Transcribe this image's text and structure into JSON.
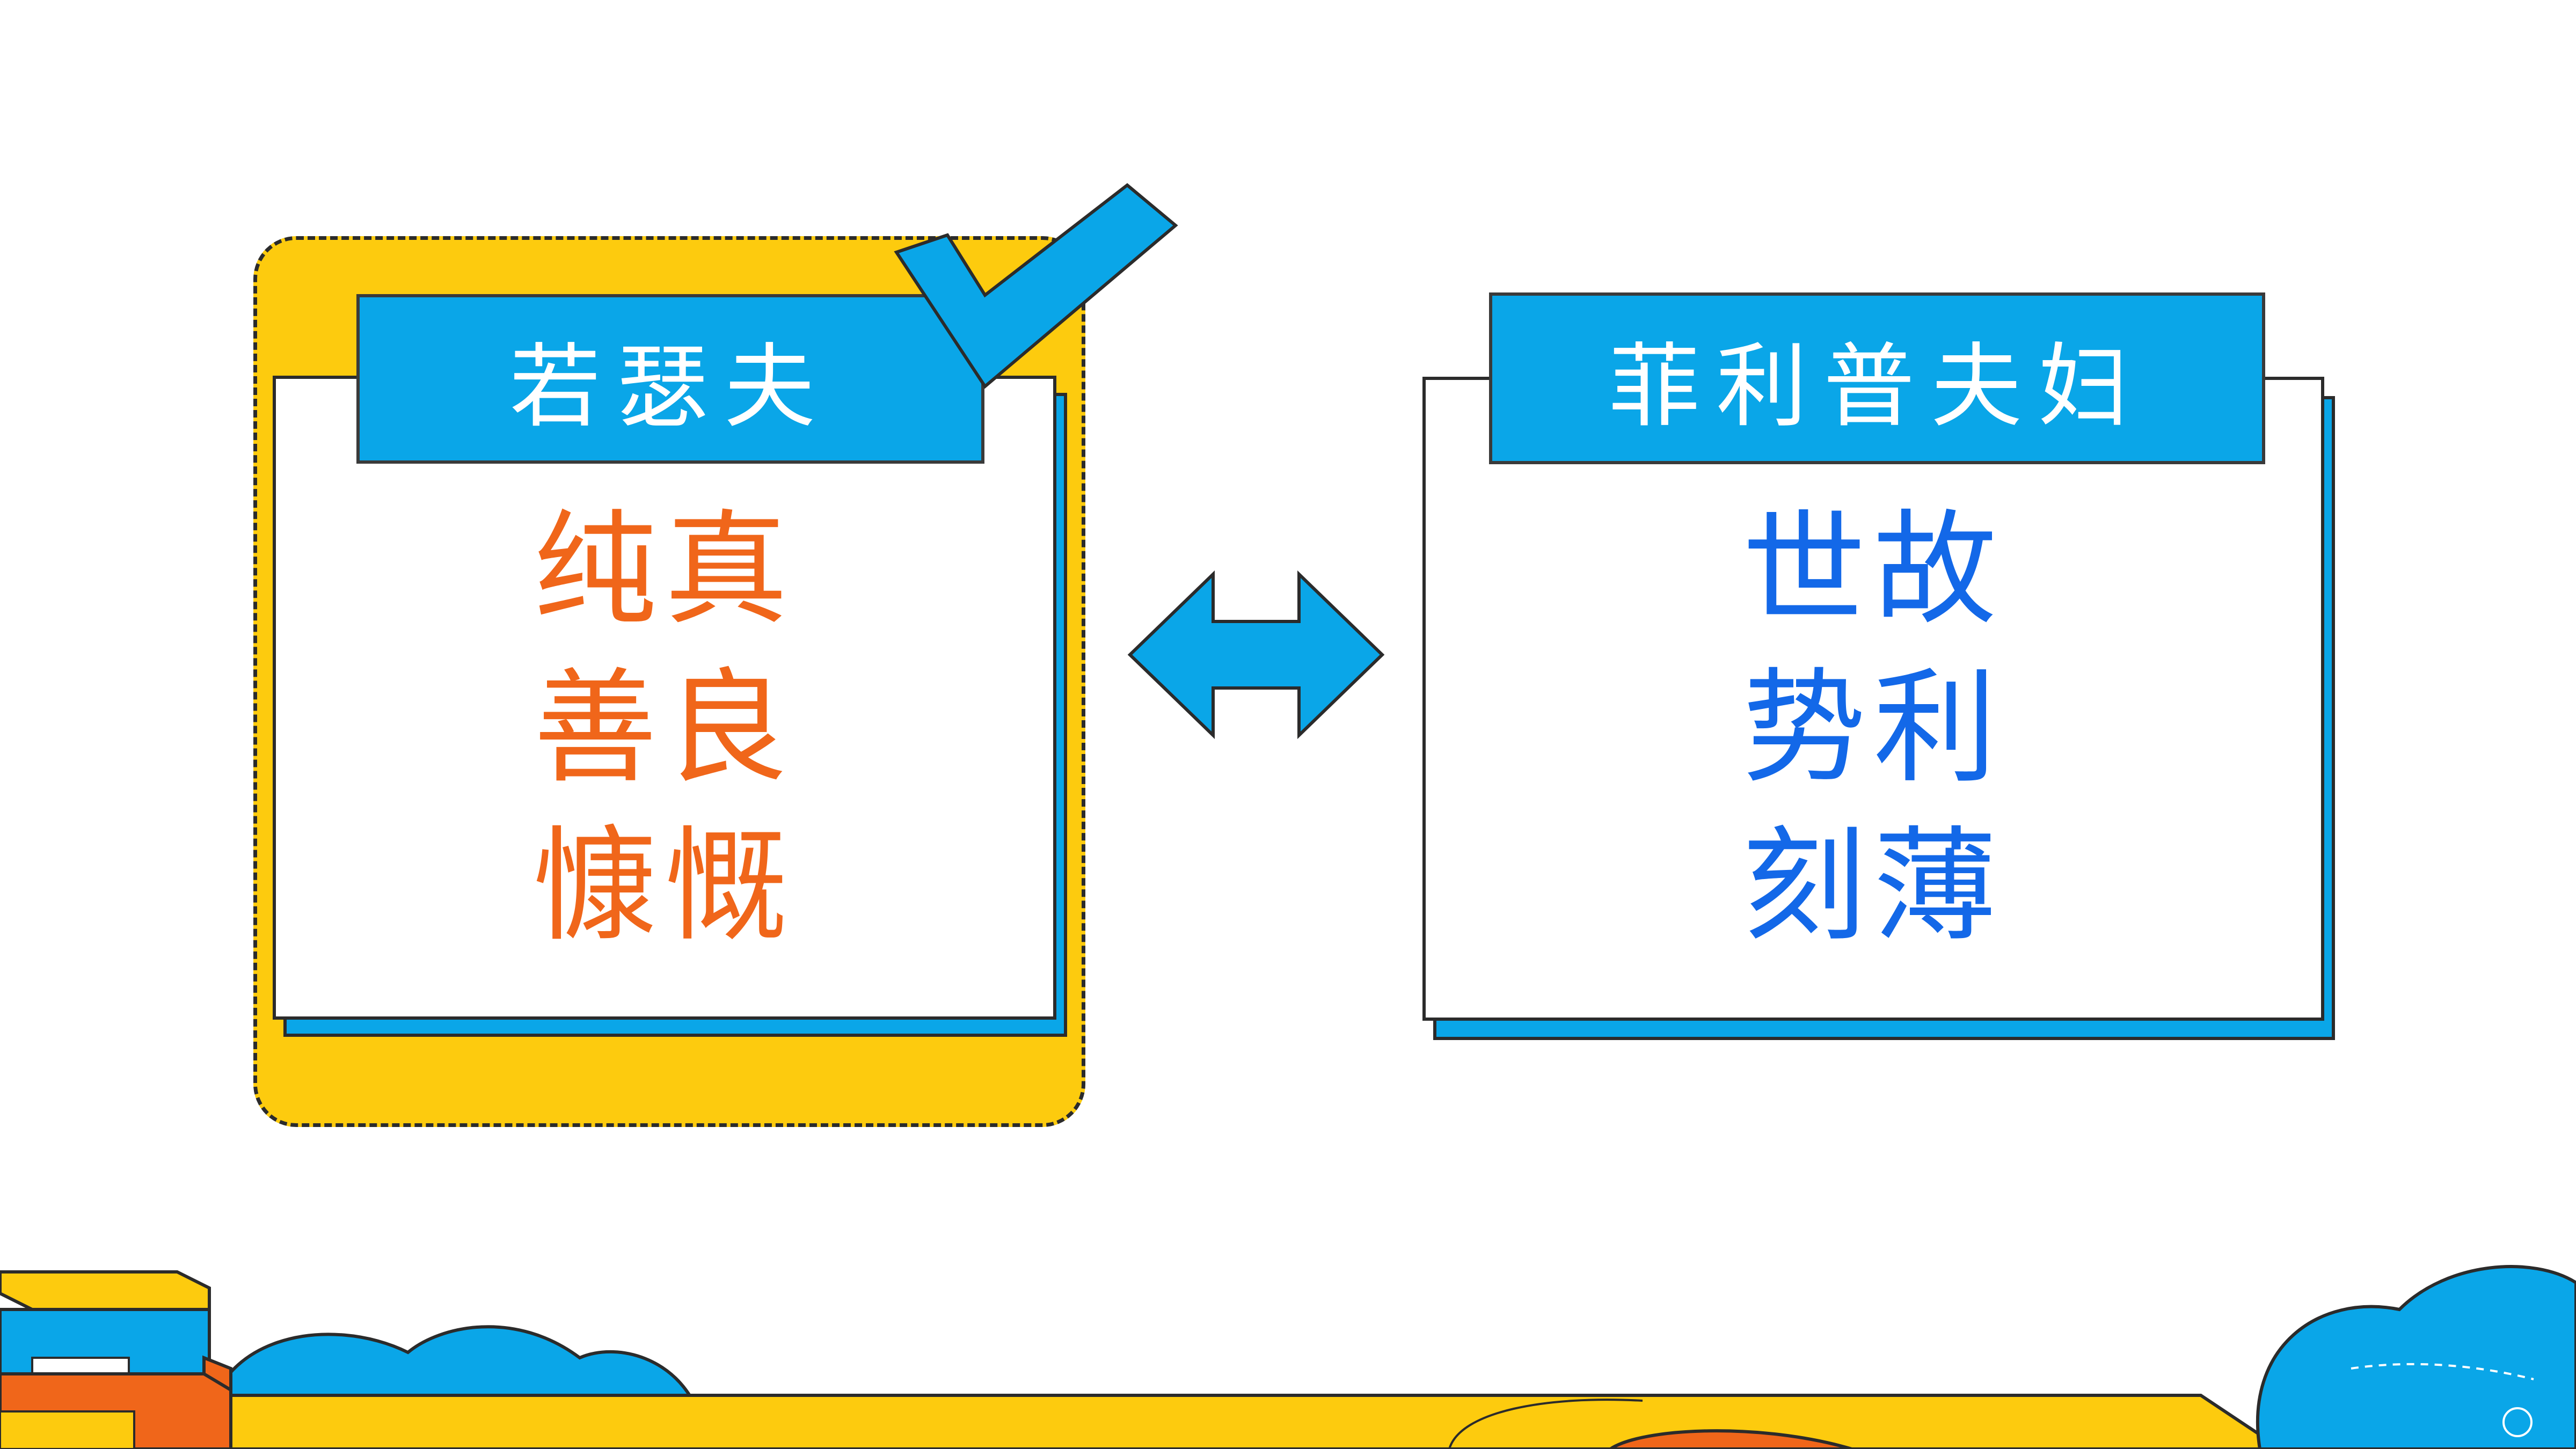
{
  "left_card": {
    "title": "若瑟夫",
    "traits": [
      "纯真",
      "善良",
      "慷慨"
    ],
    "highlighted": true
  },
  "right_card": {
    "title": "菲利普夫妇",
    "traits": [
      "世故",
      "势利",
      "刻薄"
    ]
  },
  "colors": {
    "accent_blue": "#0AA6E8",
    "highlight_yellow": "#FDCB0E",
    "left_text": "#F0661A",
    "right_text": "#1368E8"
  },
  "icons": {
    "check": "check-icon",
    "compare": "double-arrow-icon"
  }
}
